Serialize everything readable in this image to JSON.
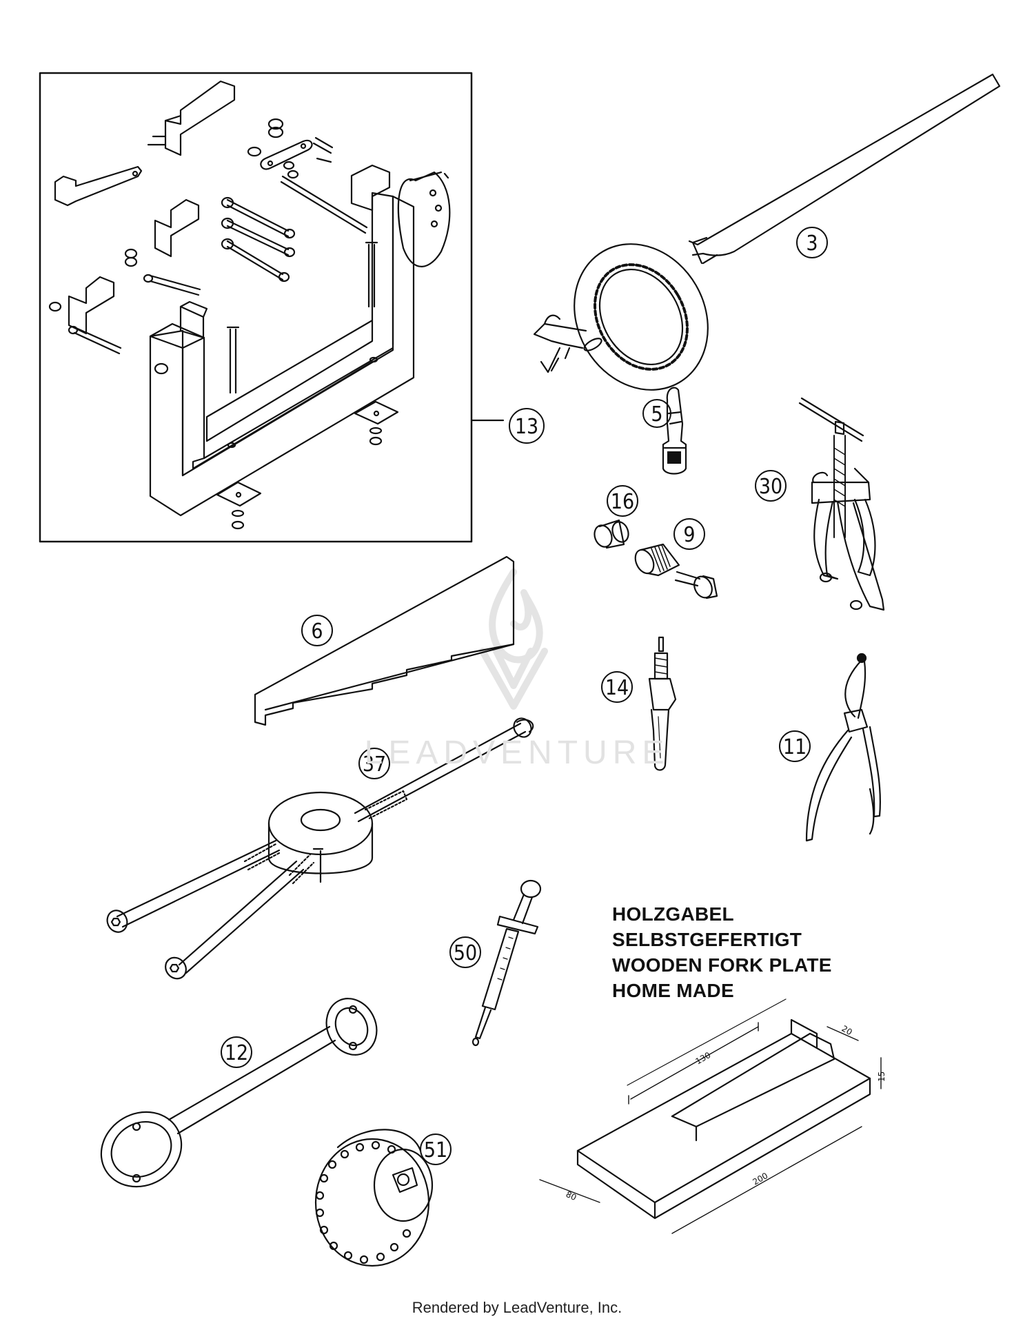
{
  "callouts": {
    "c3": "3",
    "c13": "13",
    "c5": "5",
    "c16": "16",
    "c9": "9",
    "c30": "30",
    "c6": "6",
    "c14": "14",
    "c11": "11",
    "c37": "37",
    "c50": "50",
    "c12": "12",
    "c51": "51"
  },
  "note": {
    "line1": "HOLZGABEL",
    "line2": "SELBSTGEFERTIGT",
    "line3": "WOODEN FORK PLATE",
    "line4": "HOME MADE"
  },
  "dimensions": {
    "d130": "130",
    "d20": "20",
    "d15": "15",
    "d80": "80",
    "d200": "200"
  },
  "watermark": "LEADVENTURE",
  "footer": "Rendered by LeadVenture, Inc."
}
